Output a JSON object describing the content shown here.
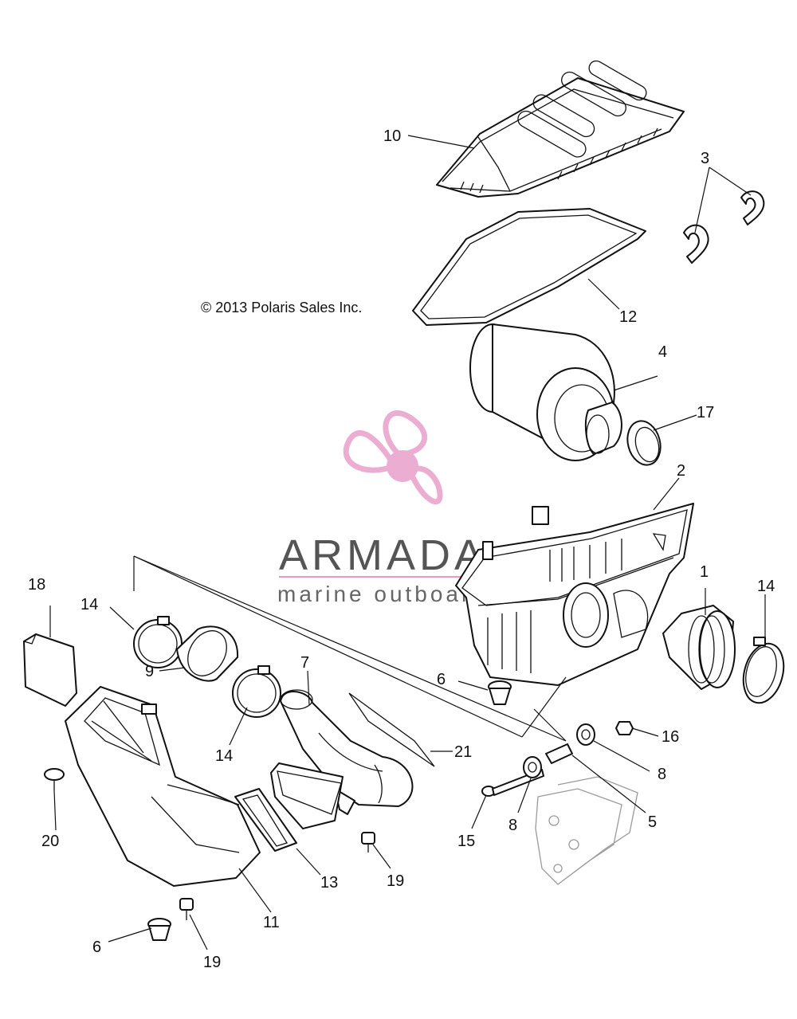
{
  "copyright": "© 2013 Polaris Sales Inc.",
  "watermark": {
    "brand": "ARMADA",
    "tagline": "marine outboards",
    "colors": {
      "logo": "#e79ac7",
      "text": "#555555"
    }
  },
  "callouts": {
    "c1": "1",
    "c2": "2",
    "c3": "3",
    "c4": "4",
    "c5": "5",
    "c6a": "6",
    "c6b": "6",
    "c7": "7",
    "c8a": "8",
    "c8b": "8",
    "c9": "9",
    "c10": "10",
    "c11": "11",
    "c12": "12",
    "c13": "13",
    "c14a": "14",
    "c14b": "14",
    "c14c": "14",
    "c15": "15",
    "c16": "16",
    "c17": "17",
    "c18": "18",
    "c19a": "19",
    "c19b": "19",
    "c20": "20",
    "c21": "21"
  }
}
